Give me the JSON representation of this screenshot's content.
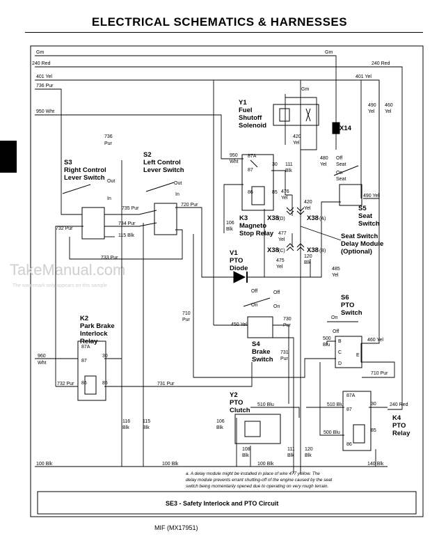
{
  "page": {
    "title": "ELECTRICAL   SCHEMATICS & HARNESSES",
    "footer": "MIF (MX17951)",
    "caption": "SE3 - Safety Interlock and PTO Circuit",
    "note_lines": [
      "a. A delay module might be installed in place of wire 477 yellow. The",
      "delay module prevents errant shutting-off of the engine caused by the seat",
      "switch being momentarily opened due to operating on very rough terrain."
    ],
    "watermark": "TakeManual.com",
    "watermark_sub": "The watermark only appears on this sample"
  },
  "components": [
    {
      "id": "Y1",
      "lines": [
        "Y1",
        "Fuel",
        "Shutoff",
        "Solenoid"
      ]
    },
    {
      "id": "X14",
      "lines": [
        "X14"
      ]
    },
    {
      "id": "S3",
      "lines": [
        "S3",
        "Right Control",
        "Lever Switch"
      ]
    },
    {
      "id": "S2",
      "lines": [
        "S2",
        "Left Control",
        "Lever Switch"
      ]
    },
    {
      "id": "K3",
      "lines": [
        "K3",
        "Magneto",
        "Stop Relay"
      ]
    },
    {
      "id": "V1",
      "lines": [
        "V1",
        "PTO",
        "Diode"
      ]
    },
    {
      "id": "S5",
      "lines": [
        "S5",
        "Seat",
        "Switch"
      ]
    },
    {
      "id": "SSDM",
      "lines": [
        "Seat Switch",
        "Delay Module",
        "(Optional)"
      ]
    },
    {
      "id": "K2",
      "lines": [
        "K2",
        "Park Brake",
        "Interlock",
        "Relay"
      ]
    },
    {
      "id": "S4",
      "lines": [
        "S4",
        "Brake",
        "Switch"
      ]
    },
    {
      "id": "S6",
      "lines": [
        "S6",
        "PTO",
        "Switch"
      ]
    },
    {
      "id": "Y2",
      "lines": [
        "Y2",
        "PTO",
        "Clutch"
      ]
    },
    {
      "id": "K4",
      "lines": [
        "K4",
        "PTO",
        "Relay"
      ]
    }
  ],
  "connectors": {
    "x38": "X38",
    "x38_pins": [
      "(D)",
      "(C)",
      "(A)",
      "(B)"
    ]
  },
  "wire_labels": [
    "Gm",
    "240 Red",
    "401 Yel",
    "736 Pur",
    "950 Wht",
    "Gm",
    "Gm",
    "240 Red",
    "401 Yel",
    "490",
    "Yel",
    "460",
    "Yel",
    "420",
    "Yel",
    "736",
    "Pur",
    "950",
    "Wht",
    "111",
    "Blk",
    "480",
    "Yel",
    "Off",
    "Seat",
    "On",
    "Seat",
    "476",
    "Yel",
    "490 Yel",
    "420",
    "Yel",
    "106",
    "Blk",
    "477",
    "Yel",
    "735 Pur",
    "720 Pur",
    "734 Pur",
    "732 Pur",
    "115 Blk",
    "733 Pur",
    "475",
    "Yel",
    "120",
    "Blk",
    "485",
    "Yel",
    "Out",
    "In",
    "Out",
    "In",
    "710",
    "Pur",
    "450 Yel",
    "730",
    "Pur",
    "Off",
    "On",
    "On",
    "Off",
    "500",
    "Blu",
    "460 Yel",
    "E",
    "960",
    "Wht",
    "731",
    "Pur",
    "710 Pur",
    "732 Pur",
    "731 Pur",
    "510 Blu",
    "510 Blu",
    "240 Red",
    "116",
    "Blk",
    "115",
    "Blk",
    "106",
    "Blk",
    "108",
    "Blk",
    "111",
    "Blk",
    "120",
    "Blk",
    "500 Blu",
    "100 Blk",
    "100 Blk",
    "100 Blk",
    "140 Blk",
    "87A",
    "87",
    "86",
    "85",
    "30",
    "87A",
    "87",
    "86",
    "85",
    "30",
    "87A",
    "87",
    "86",
    "85",
    "30",
    "Off",
    "On",
    "B",
    "C",
    "D"
  ]
}
